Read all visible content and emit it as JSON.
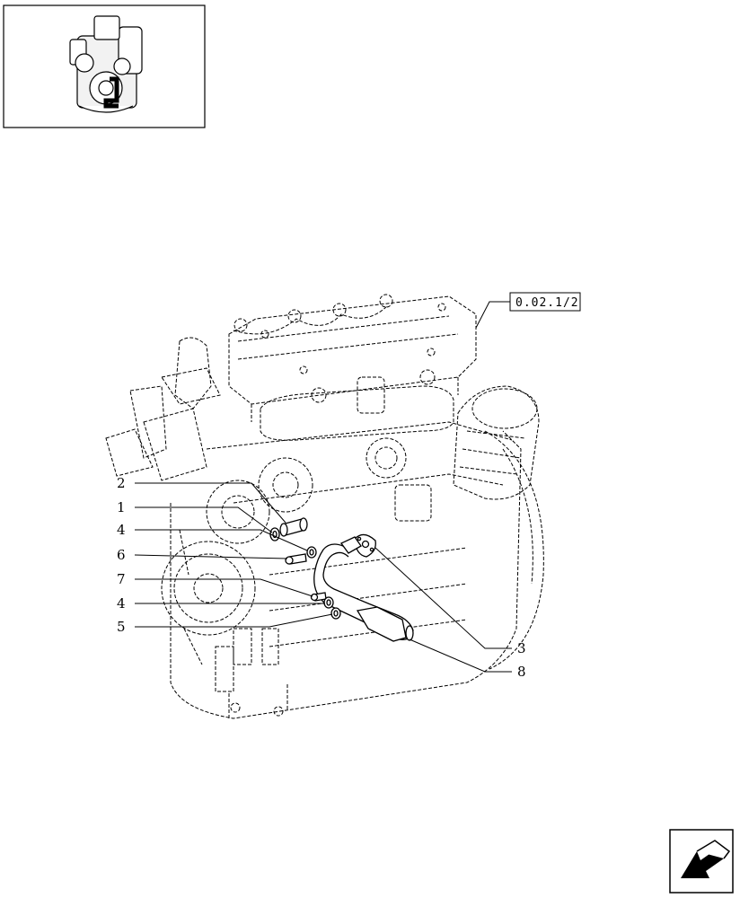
{
  "reference_box": {
    "label": "0.02.1/2"
  },
  "callouts": [
    {
      "number": "2"
    },
    {
      "number": "1"
    },
    {
      "number": "4"
    },
    {
      "number": "6"
    },
    {
      "number": "7"
    },
    {
      "number": "4"
    },
    {
      "number": "5"
    },
    {
      "number": "3"
    },
    {
      "number": "8"
    }
  ],
  "thumbnail": {
    "icon": "engine-overview-thumbnail-icon"
  },
  "navigation": {
    "icon": "previous-page-arrow-icon"
  },
  "colors": {
    "line": "#000000",
    "background": "#ffffff",
    "highlight_fill": "#000000"
  }
}
